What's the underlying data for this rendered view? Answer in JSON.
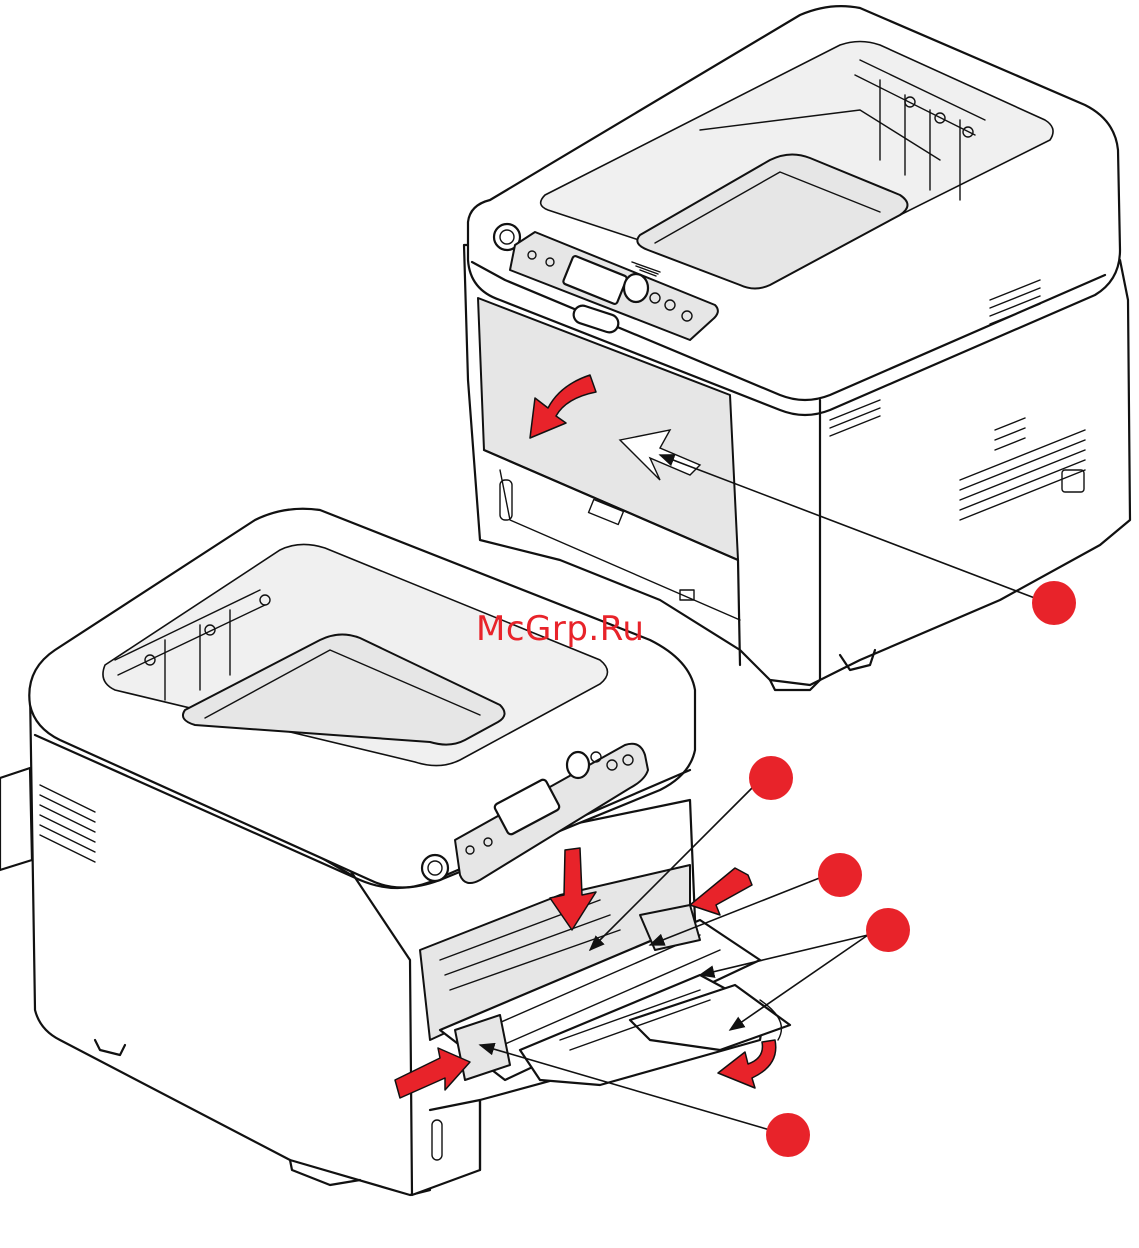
{
  "watermark": {
    "text": "McGrp.Ru",
    "color": "#e8232a"
  },
  "colors": {
    "accent": "#e8232a",
    "line": "#111111",
    "body": "#ffffff",
    "panel": "#e6e6e6"
  },
  "callouts": [
    {
      "id": "callout-1",
      "label": ""
    },
    {
      "id": "callout-2",
      "label": ""
    },
    {
      "id": "callout-3",
      "label": ""
    },
    {
      "id": "callout-4",
      "label": ""
    },
    {
      "id": "callout-5",
      "label": ""
    }
  ],
  "illustrations": [
    {
      "name": "printer-mp-tray-closed",
      "view": "rear-right"
    },
    {
      "name": "printer-mp-tray-open",
      "view": "front-left"
    }
  ]
}
